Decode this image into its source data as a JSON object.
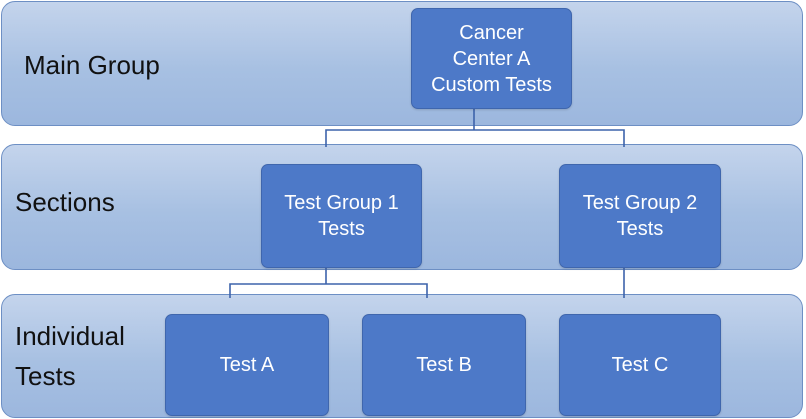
{
  "bands": {
    "main_group": {
      "label": "Main Group"
    },
    "sections": {
      "label": "Sections"
    },
    "individual_tests": {
      "label": "Individual\nTests"
    }
  },
  "nodes": {
    "root": {
      "label": "Cancer\nCenter A\nCustom Tests"
    },
    "group1": {
      "label": "Test Group 1\nTests"
    },
    "group2": {
      "label": "Test Group 2\nTests"
    },
    "test_a": {
      "label": "Test A"
    },
    "test_b": {
      "label": "Test B"
    },
    "test_c": {
      "label": "Test C"
    }
  },
  "colors": {
    "band_fill": "#a7c0e2",
    "node_fill": "#4d79c8",
    "connector": "#3d63ab",
    "node_text": "#ffffff"
  }
}
